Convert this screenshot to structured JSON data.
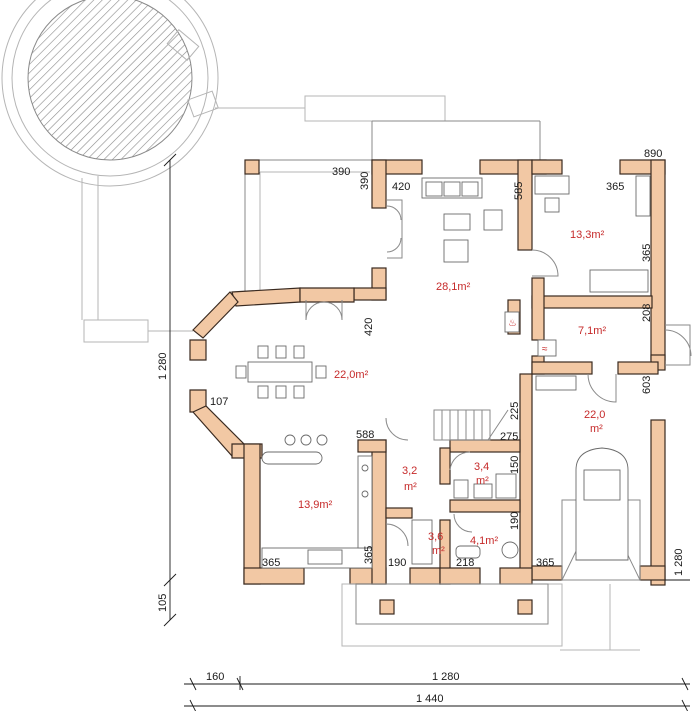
{
  "areas": {
    "living": "28,1m²",
    "bedroom": "13,3m²",
    "study": "7,1m²",
    "dining": "22,0m²",
    "garage_line1": "22,0",
    "garage_line2": "m²",
    "kitchen": "13,9m²",
    "pantry_line1": "3,2",
    "pantry_line2": "m²",
    "wc_line1": "3,4",
    "wc_line2": "m²",
    "hall_line1": "3,6",
    "hall_line2": "m²",
    "bath": "4,1m²"
  },
  "wall_labels": {
    "d390a": "390",
    "d390b": "390",
    "d420a": "420",
    "d585": "585",
    "d365a": "365",
    "d890": "890",
    "d365b": "365",
    "d420b": "420",
    "d208": "208",
    "d603": "603",
    "d107": "107",
    "d225": "225",
    "d275": "275",
    "d588": "588",
    "d150": "150",
    "d190a": "190",
    "d365c": "365",
    "d365d": "365",
    "d190b": "190",
    "d218": "218",
    "d365e": "365"
  },
  "dimensions": {
    "left_height": "1 280",
    "right_height": "1 280",
    "left_bottom": "105",
    "bottom_160": "160",
    "bottom_1280": "1 280",
    "bottom_1440": "1 440"
  },
  "colors": {
    "wall_fill": "#f2c8a4",
    "area_text": "#c62a2a"
  }
}
